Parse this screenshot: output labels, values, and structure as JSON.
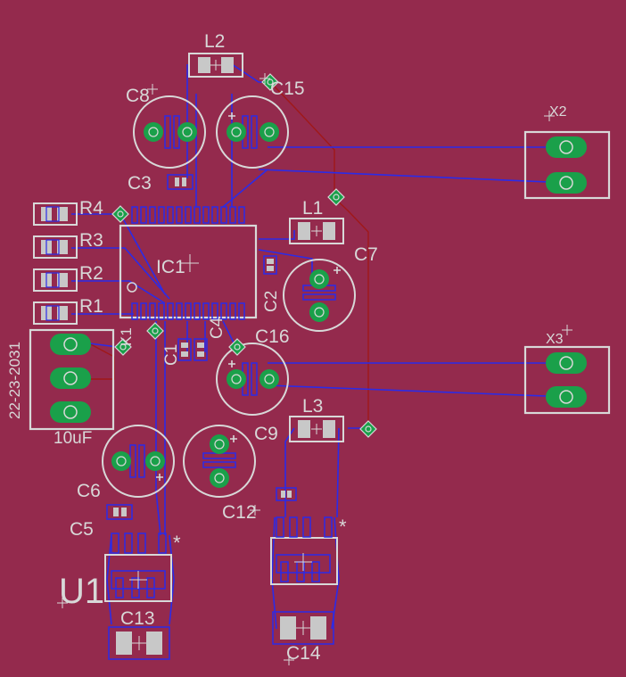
{
  "board": {
    "colors": {
      "background": "#942a4d",
      "silkscreen": "#d8d8d8",
      "bottom_trace": "#2b2be8",
      "top_trace": "#a01818",
      "pad_copper": "#1aa04a",
      "smd_pad": "#c8c8c8"
    },
    "labels": {
      "l2": "L2",
      "c8": "C8",
      "c15": "C15",
      "c3": "C3",
      "x2": "X2",
      "r4": "R4",
      "r3": "R3",
      "r2": "R2",
      "r1": "R1",
      "ic1": "IC1",
      "l1": "L1",
      "c7": "C7",
      "c2": "C2",
      "x3": "X3",
      "c1": "C1",
      "c4": "C4",
      "c16": "C16",
      "k1": "K1",
      "connector": "22-23-2031",
      "ten_uf": "10uF",
      "l3": "L3",
      "c9": "C9",
      "c6": "C6",
      "c12": "C12",
      "c5": "C5",
      "u1": "U1",
      "c13": "C13",
      "c14": "C14",
      "star_left": "*",
      "star_right": "*"
    }
  }
}
